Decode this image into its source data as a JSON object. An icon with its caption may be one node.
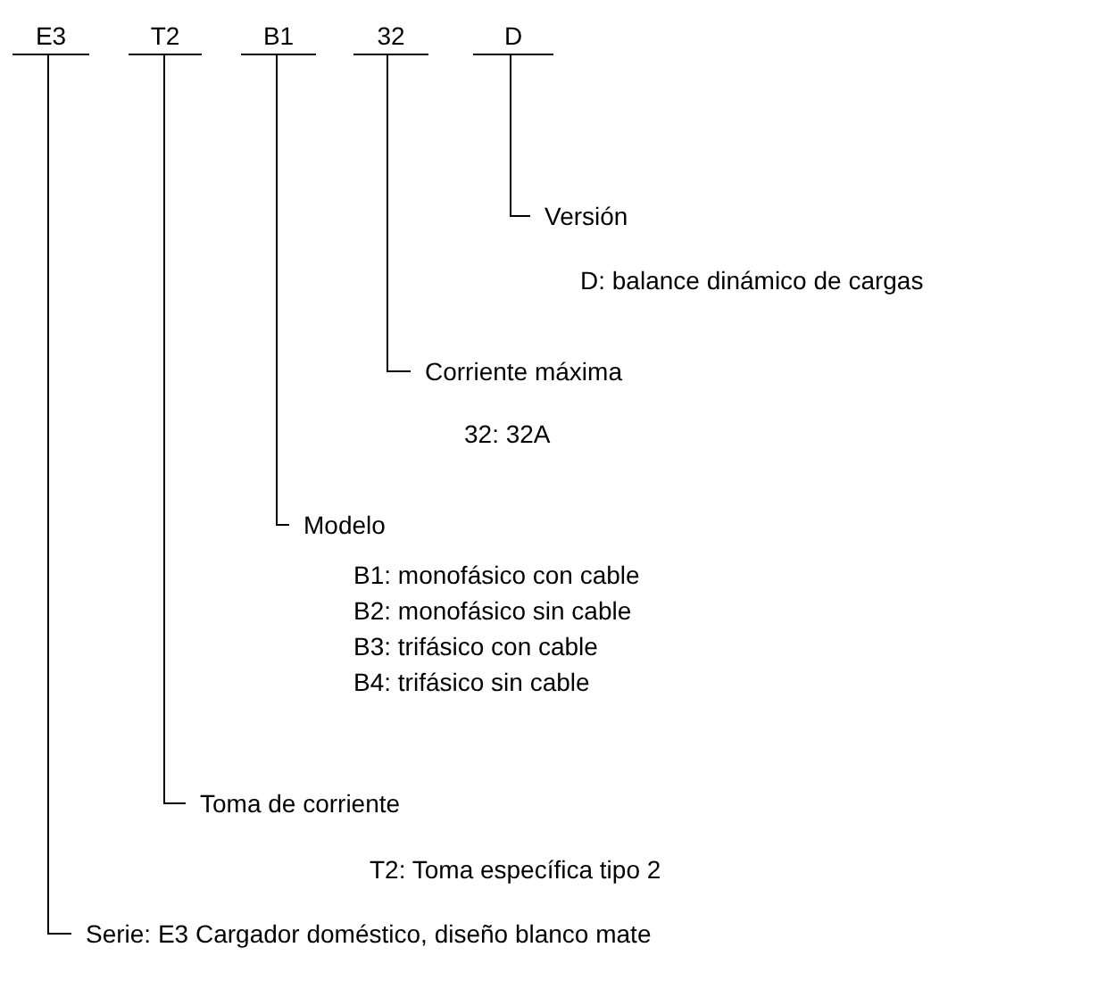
{
  "diagram": {
    "nodes": [
      {
        "text": [
          "E3"
        ]
      },
      {
        "text": [
          "T2"
        ]
      },
      {
        "text": [
          "B1"
        ]
      },
      {
        "text": [
          "32"
        ]
      },
      {
        "text": [
          "D"
        ]
      },
      {
        "text": [
          "Versión"
        ]
      },
      {
        "text": [
          "Corriente máxima"
        ]
      },
      {
        "text": [
          "Modelo"
        ]
      },
      {
        "text": [
          "Toma de corriente"
        ]
      },
      {
        "text": [
          "Serie: E3 Cargador doméstico, diseño blanco mate"
        ]
      }
    ],
    "edges": [
      {
        "from": 4,
        "to": 5,
        "arrow": "none"
      },
      {
        "from": 3,
        "to": 6,
        "arrow": "none"
      },
      {
        "from": 2,
        "to": 7,
        "arrow": "none"
      },
      {
        "from": 1,
        "to": 8,
        "arrow": "none"
      },
      {
        "from": 0,
        "to": 9,
        "arrow": "none"
      }
    ],
    "labels": [
      "D: balance dinámico de cargas",
      "32: 32A",
      "B1: monofásico con cable",
      "B2: monofásico sin cable",
      "B3: trifásico con cable",
      "B4: trifásico sin cable",
      "T2: Toma específica tipo 2"
    ]
  }
}
